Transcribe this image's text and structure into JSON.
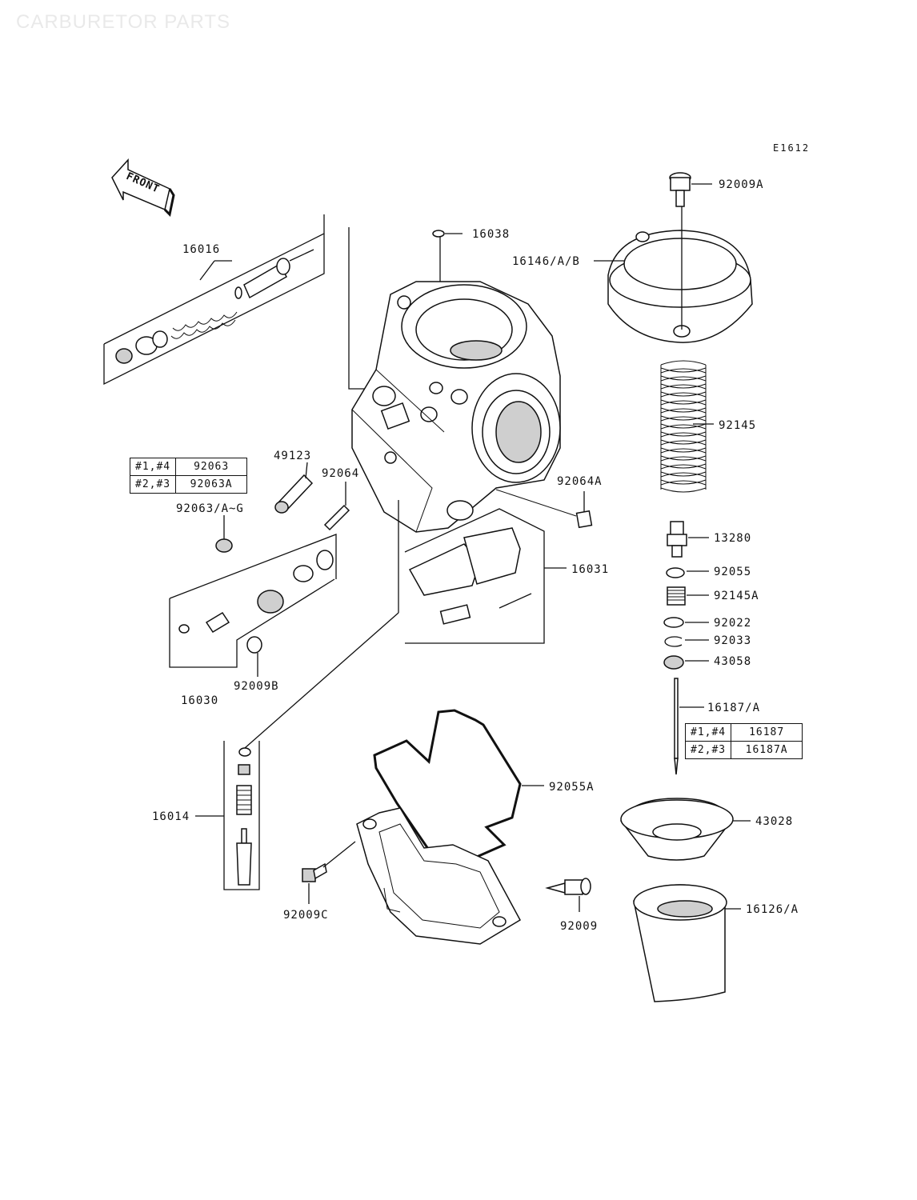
{
  "header": {
    "watermark": "CARBURETOR PARTS",
    "diagram_code": "E1612",
    "front_label": "FRONT"
  },
  "callouts": {
    "p92009A": "92009A",
    "p16038": "16038",
    "p16146": "16146/A/B",
    "p16016": "16016",
    "p92145": "92145",
    "p49123": "49123",
    "p92064": "92064",
    "p92064A": "92064A",
    "p92063": "92063/A~G",
    "p13280": "13280",
    "p16031": "16031",
    "p92055": "92055",
    "p92145A": "92145A",
    "p92022": "92022",
    "p92033": "92033",
    "p43058": "43058",
    "p16030": "16030",
    "p92009B": "92009B",
    "p16187": "16187/A",
    "p92055A": "92055A",
    "p16014": "16014",
    "p43028": "43028",
    "p92009C": "92009C",
    "p92009": "92009",
    "p16126": "16126/A"
  },
  "table_92063": {
    "rows": [
      {
        "cyl": "#1,#4",
        "part": "92063"
      },
      {
        "cyl": "#2,#3",
        "part": "92063A"
      }
    ]
  },
  "table_16187": {
    "rows": [
      {
        "cyl": "#1,#4",
        "part": "16187"
      },
      {
        "cyl": "#2,#3",
        "part": "16187A"
      }
    ]
  }
}
